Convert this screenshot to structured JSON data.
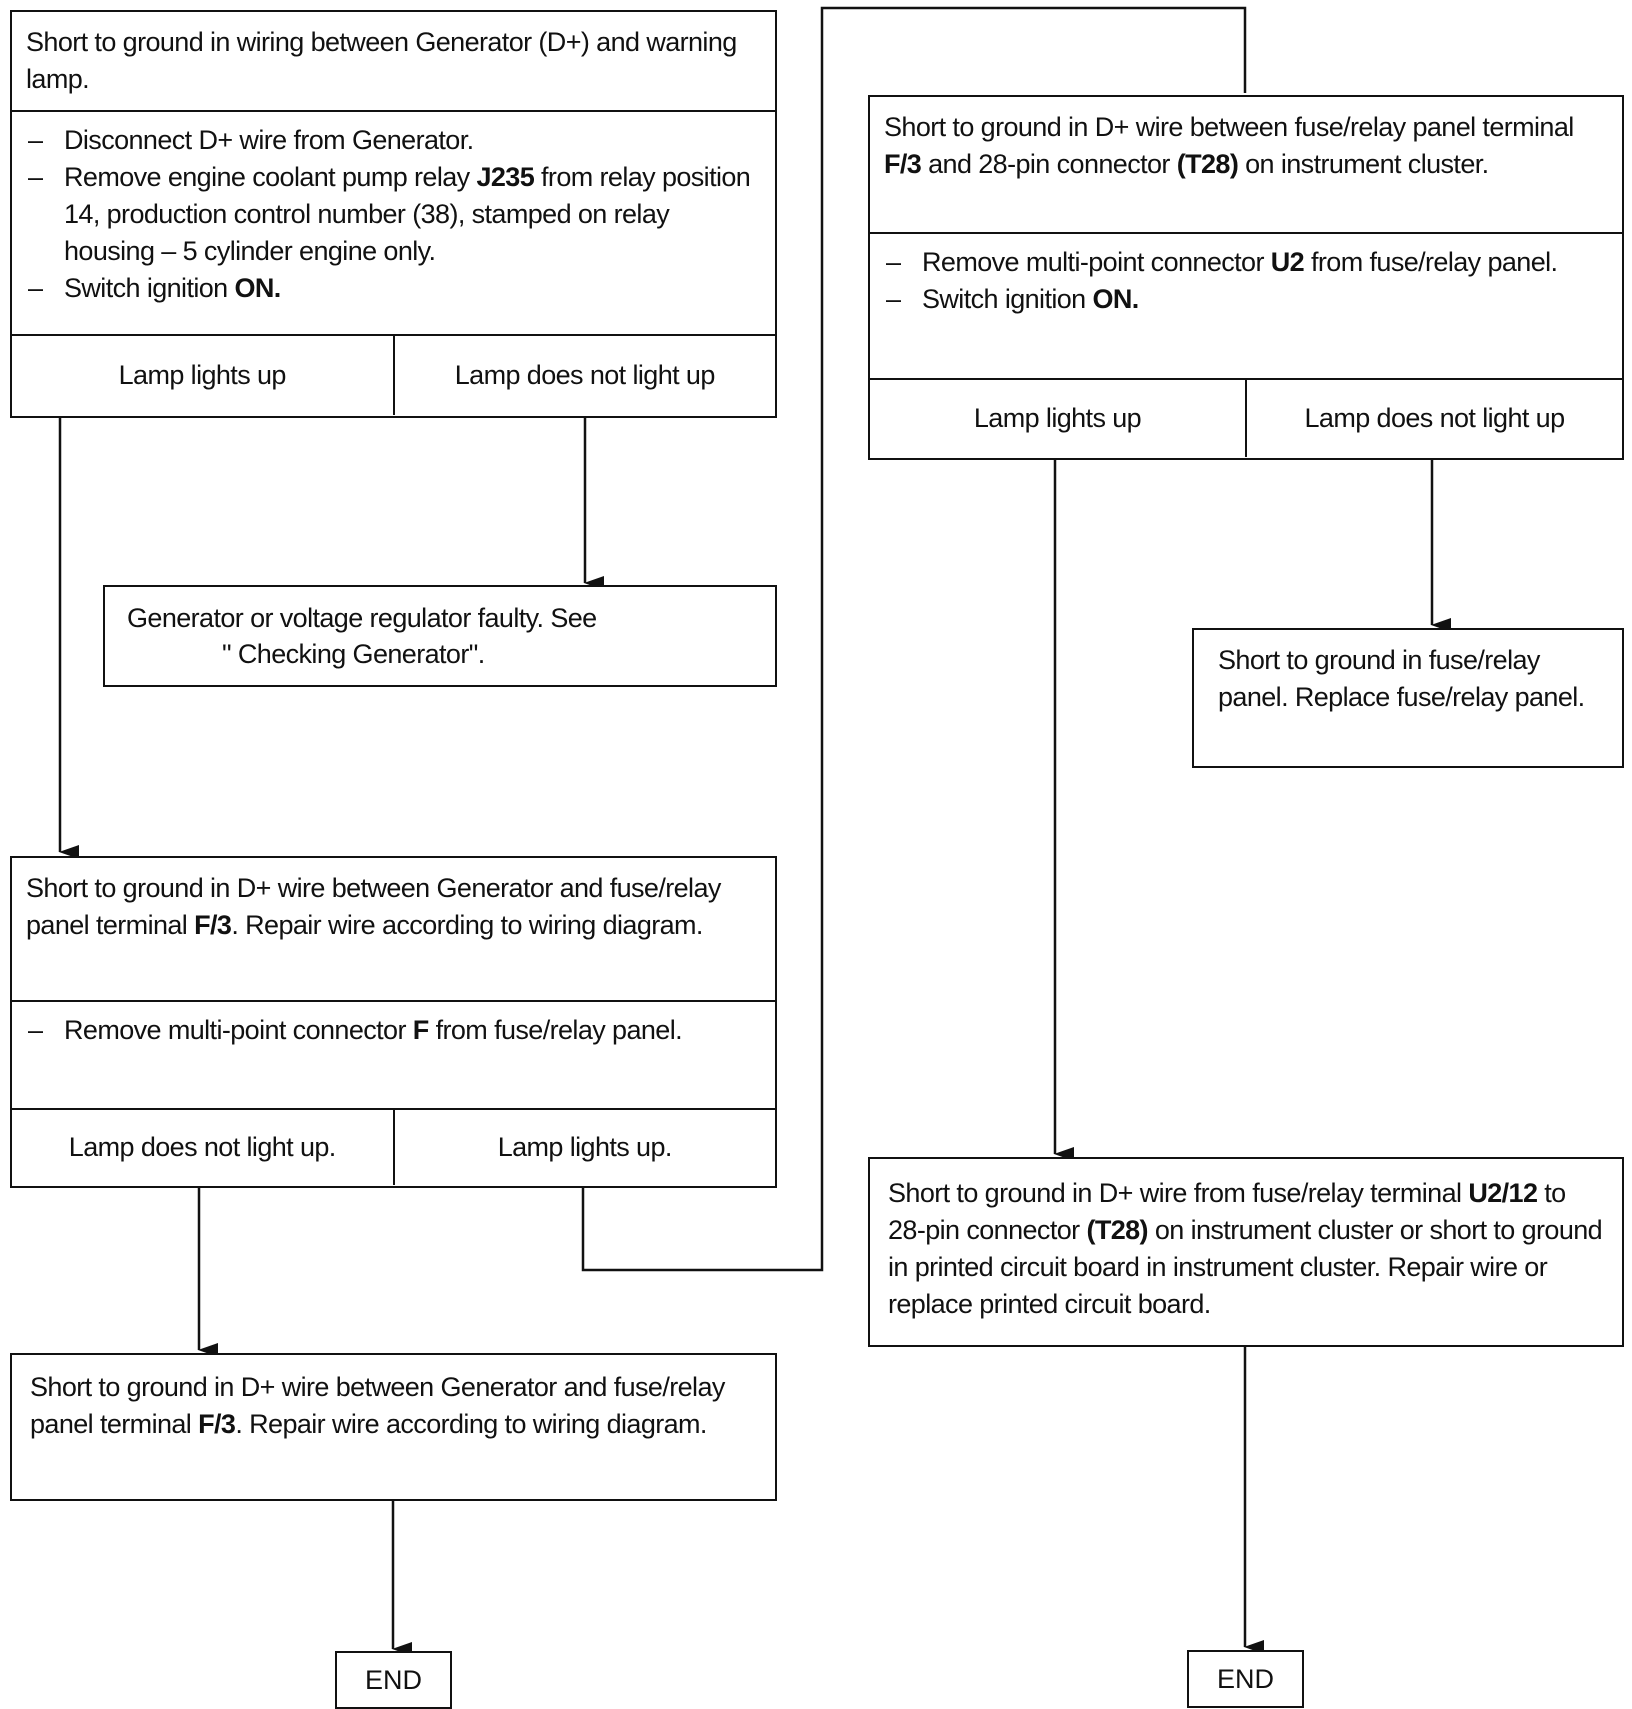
{
  "box1": {
    "title": "Short to ground in wiring between Generator (D+) and warning lamp.",
    "steps": [
      "Disconnect D+ wire from Generator.",
      "Remove engine coolant pump relay J235 from relay position 14, production control number (38), stamped on relay housing – 5 cylinder engine only.",
      "Switch ignition ON."
    ],
    "outcome_left": "Lamp lights up",
    "outcome_right": "Lamp does not light up"
  },
  "box_generator": {
    "text_line1": "Generator or voltage regulator faulty. See",
    "text_line2": "\" Checking Generator\"."
  },
  "box3": {
    "title": "Short to ground in D+ wire between Generator and fuse/relay panel terminal F/3. Repair wire according to wiring diagram.",
    "steps": [
      "Remove multi-point connector F from fuse/relay panel."
    ],
    "outcome_left": "Lamp does not light up.",
    "outcome_right": "Lamp lights up."
  },
  "box4": {
    "text": "Short to ground in D+ wire between Generator and fuse/relay panel terminal F/3. Repair wire according to wiring diagram."
  },
  "box_right1": {
    "title": "Short to ground in D+ wire between fuse/relay panel terminal F/3 and 28-pin connector (T28) on instrument cluster.",
    "steps": [
      "Remove multi-point connector U2 from fuse/relay panel.",
      "Switch ignition ON."
    ],
    "outcome_left": "Lamp lights up",
    "outcome_right": "Lamp does not light up"
  },
  "box_fuse": {
    "text": "Short to ground in fuse/relay panel. Replace fuse/relay panel."
  },
  "box_right2": {
    "text": "Short to ground in D+ wire from fuse/relay terminal U2/12 to 28-pin connector (T28) on instrument cluster or short to ground in printed circuit board in instrument cluster. Repair wire or replace printed circuit board."
  },
  "end_left": "END",
  "end_right": "END"
}
